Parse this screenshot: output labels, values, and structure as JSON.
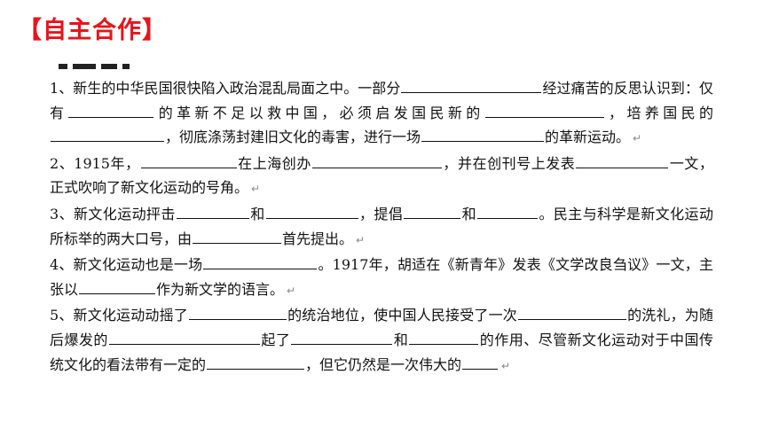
{
  "header": {
    "title": "【自主合作】"
  },
  "return_mark": "↵",
  "items": [
    {
      "parts": [
        "1、新生的中华民国很快陷入政治混乱局面之中。一部分",
        "经过痛苦的反思认识到：仅有",
        "的革新不足以救中国，必须启发国民新的",
        "，培养国民的",
        "，彻底涤荡封建旧文化的毒害，进行一场",
        "的革新运动。"
      ],
      "blanks": [
        158,
        96,
        134,
        128,
        138
      ]
    },
    {
      "parts": [
        "2、1915年，",
        "在上海创办",
        "，并在创刊号上发表",
        "一文，正式吹响了新文化运动的号角。"
      ],
      "blanks": [
        108,
        146,
        104
      ]
    },
    {
      "parts": [
        "3、新文化运动抨击",
        "和",
        "，提倡",
        "和",
        "。民主与科学是新文化运动所标举的两大口号，由",
        "首先提出。"
      ],
      "blanks": [
        82,
        104,
        64,
        68,
        100
      ]
    },
    {
      "parts": [
        "4、新文化运动也是一场",
        "。1917年，胡适在《新青年》发表《文学改良刍议》一文，主张以",
        "作为新文学的语言。"
      ],
      "blanks": [
        128,
        86
      ]
    },
    {
      "parts": [
        "5、新文化运动动摇了",
        "的统治地位，使中国人民接受了一次",
        "的洗礼，为随后爆发的",
        "起了",
        "和",
        "的作用、尽管新文化运动对于中国传统文化的看法带有一定的",
        "，但它仍然是一次伟大的"
      ],
      "blanks": [
        110,
        122,
        170,
        114,
        78,
        110,
        40
      ]
    }
  ]
}
